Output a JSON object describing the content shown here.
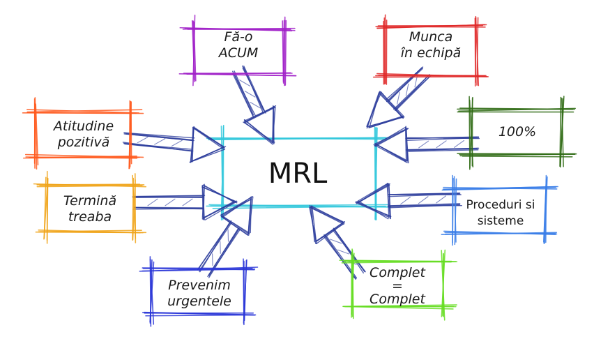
{
  "center": {
    "label": "MRL",
    "color": "#33c8dc"
  },
  "nodes": [
    {
      "id": "fa-o-acum",
      "lines": [
        "Fă-o",
        "ACUM"
      ],
      "color": "#a020c8"
    },
    {
      "id": "munca-in-echipa",
      "lines": [
        "Munca",
        "în echipă"
      ],
      "color": "#e02828"
    },
    {
      "id": "atitudine-pozitiva",
      "lines": [
        "Atitudine",
        "pozitivă"
      ],
      "color": "#ff5a1e"
    },
    {
      "id": "100-percent",
      "lines": [
        "100%"
      ],
      "color": "#2f6b14"
    },
    {
      "id": "termina-treaba",
      "lines": [
        "Termină",
        "treaba"
      ],
      "color": "#f0a418"
    },
    {
      "id": "proceduri-si-sisteme",
      "lines": [
        "Proceduri si",
        "sisteme"
      ],
      "color": "#3a7ee8"
    },
    {
      "id": "prevenim-urgentele",
      "lines": [
        "Prevenim",
        "urgentele"
      ],
      "color": "#2a36d8"
    },
    {
      "id": "complet-complet",
      "lines": [
        "Complet",
        "=",
        "Complet"
      ],
      "color": "#66dd22"
    }
  ],
  "arrow_color": "#2b3c9c"
}
